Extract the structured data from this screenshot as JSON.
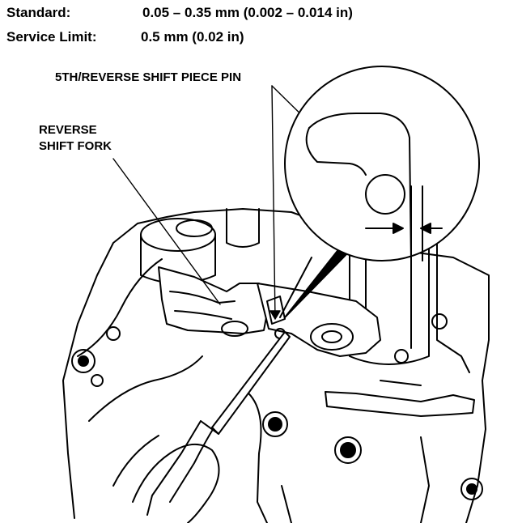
{
  "specs": {
    "standard_label": "Standard:",
    "standard_value": "0.05 – 0.35 mm (0.002 – 0.014 in)",
    "service_label": "Service Limit:",
    "service_value": "0.5 mm (0.02 in)"
  },
  "callouts": {
    "pin_label": "5TH/REVERSE SHIFT PIECE PIN",
    "fork_label_line1": "REVERSE",
    "fork_label_line2": "SHIFT FORK"
  }
}
